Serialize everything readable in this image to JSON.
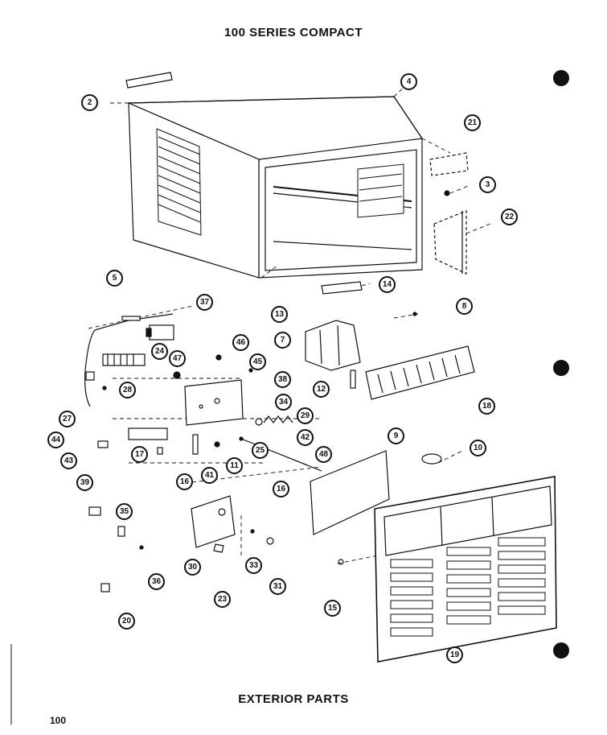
{
  "title": "100 SERIES COMPACT",
  "caption": "EXTERIOR PARTS",
  "page_number": "100",
  "callouts": [
    "2",
    "4",
    "21",
    "3",
    "22",
    "14",
    "5",
    "37",
    "13",
    "8",
    "7",
    "46",
    "24",
    "47",
    "45",
    "12",
    "18",
    "28",
    "38",
    "34",
    "27",
    "29",
    "44",
    "42",
    "9",
    "10",
    "43",
    "17",
    "25",
    "48",
    "16",
    "41",
    "11",
    "16",
    "39",
    "35",
    "30",
    "33",
    "31",
    "36",
    "23",
    "15",
    "19",
    "20"
  ],
  "colors": {
    "ink": "#111111",
    "paper": "#ffffff"
  }
}
